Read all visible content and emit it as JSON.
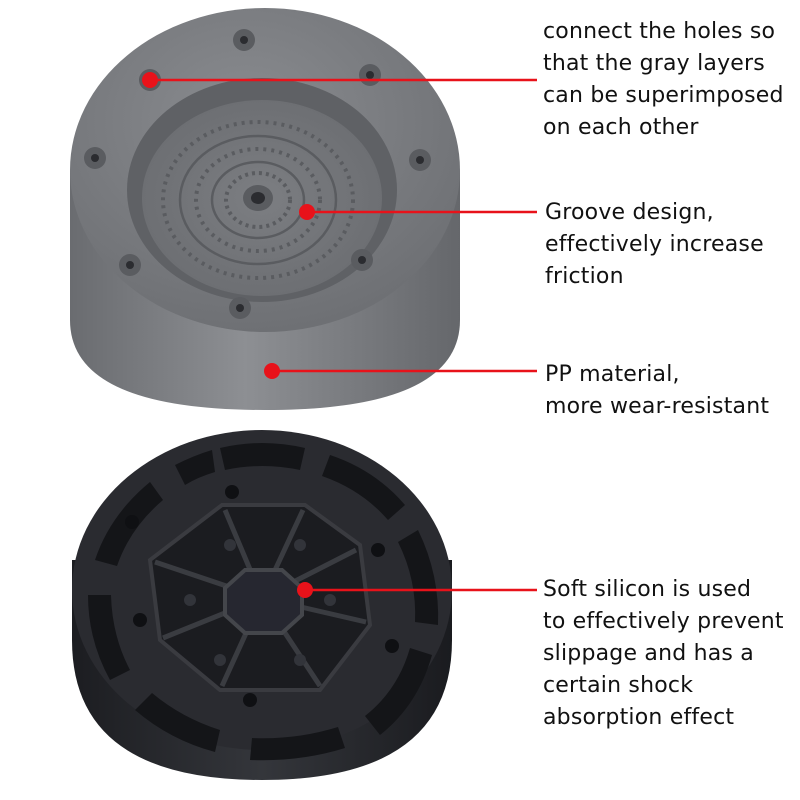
{
  "callouts": {
    "holes": {
      "lines": [
        "connect the holes so",
        "that the gray layers",
        "can be superimposed",
        "on each other"
      ]
    },
    "groove": {
      "lines": [
        "Groove design,",
        "effectively increase",
        "friction"
      ]
    },
    "pp": {
      "lines": [
        "PP material,",
        "more wear-resistant"
      ]
    },
    "silicon": {
      "lines": [
        "Soft silicon is used",
        "to effectively prevent",
        "slippage and has a",
        "certain shock",
        "absorption effect"
      ]
    }
  },
  "colors": {
    "pointer": "#e8121a",
    "gray_pad": "#7a7c80",
    "black_pad": "#232428",
    "text": "#111111"
  }
}
